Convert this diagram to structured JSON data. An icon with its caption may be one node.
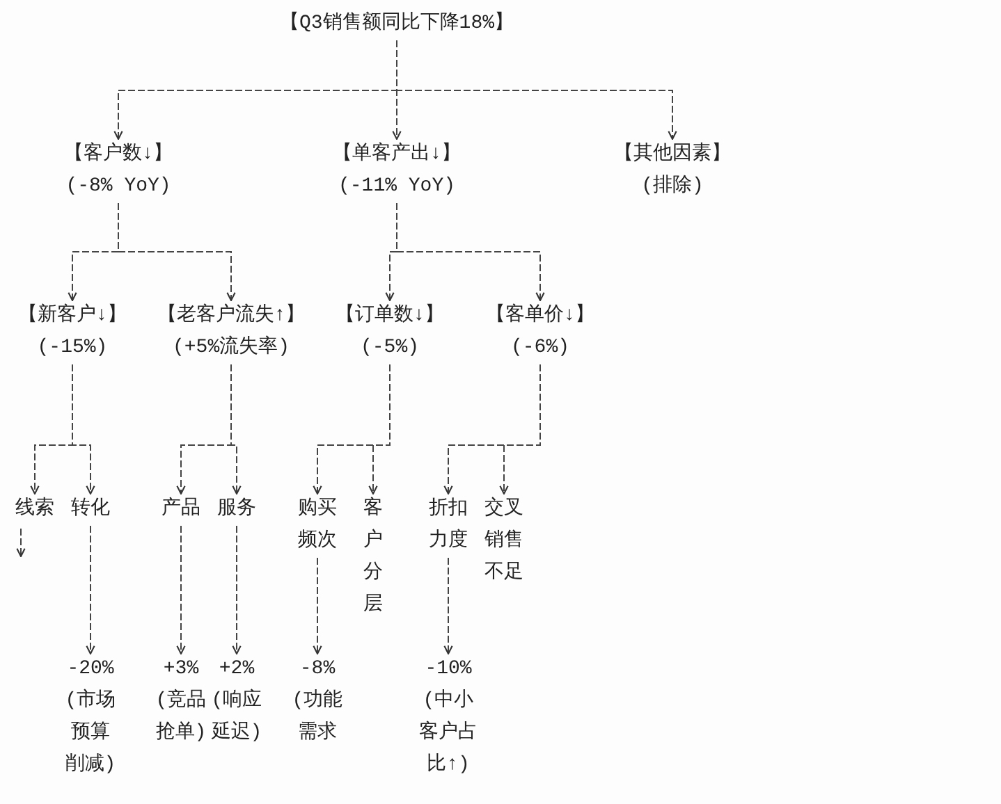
{
  "diagram": {
    "nodes": [
      {
        "text": [
          "【Q3销售额同比下降18%】"
        ]
      },
      {
        "text": [
          "【客户数↓】",
          "(-8% YoY)"
        ]
      },
      {
        "text": [
          "【单客产出↓】",
          "(-11% YoY)"
        ]
      },
      {
        "text": [
          "【其他因素】",
          "(排除)"
        ]
      },
      {
        "text": [
          "【新客户↓】",
          "(-15%)"
        ]
      },
      {
        "text": [
          "【老客户流失↑】",
          "(+5%流失率)"
        ]
      },
      {
        "text": [
          "【订单数↓】",
          "(-5%)"
        ]
      },
      {
        "text": [
          "【客单价↓】",
          "(-6%)"
        ]
      },
      {
        "text": [
          "线索"
        ]
      },
      {
        "text": [
          "转化"
        ]
      },
      {
        "text": [
          "产品"
        ]
      },
      {
        "text": [
          "服务"
        ]
      },
      {
        "text": [
          "购买频次"
        ]
      },
      {
        "text": [
          "客户分层"
        ]
      },
      {
        "text": [
          "折扣力度"
        ]
      },
      {
        "text": [
          "交叉销售不足"
        ]
      },
      {
        "text": [
          "-20%",
          "(市场预算削减)"
        ]
      },
      {
        "text": [
          "+3%",
          "(竞品抢单)"
        ]
      },
      {
        "text": [
          "+2%",
          "(响应延迟)"
        ]
      },
      {
        "text": [
          "-8%",
          "(功能需求"
        ]
      },
      {
        "text": [
          "-10%",
          "(中小客户占比↑)"
        ]
      }
    ],
    "edges": [
      {
        "from": 0,
        "to": 1,
        "arrow": "to"
      },
      {
        "from": 0,
        "to": 2,
        "arrow": "to"
      },
      {
        "from": 0,
        "to": 3,
        "arrow": "to"
      },
      {
        "from": 1,
        "to": 4,
        "arrow": "to"
      },
      {
        "from": 1,
        "to": 5,
        "arrow": "to"
      },
      {
        "from": 2,
        "to": 6,
        "arrow": "to"
      },
      {
        "from": 2,
        "to": 7,
        "arrow": "to"
      },
      {
        "from": 4,
        "to": 8,
        "arrow": "to"
      },
      {
        "from": 4,
        "to": 9,
        "arrow": "to"
      },
      {
        "from": 5,
        "to": 10,
        "arrow": "to"
      },
      {
        "from": 5,
        "to": 11,
        "arrow": "to"
      },
      {
        "from": 6,
        "to": 12,
        "arrow": "to"
      },
      {
        "from": 6,
        "to": 13,
        "arrow": "to"
      },
      {
        "from": 7,
        "to": 14,
        "arrow": "to"
      },
      {
        "from": 7,
        "to": 15,
        "arrow": "to"
      },
      {
        "from": 8,
        "to": null,
        "arrow": "to"
      },
      {
        "from": 9,
        "to": 16,
        "arrow": "to"
      },
      {
        "from": 10,
        "to": 17,
        "arrow": "to"
      },
      {
        "from": 11,
        "to": 18,
        "arrow": "to"
      },
      {
        "from": 12,
        "to": 19,
        "arrow": "to"
      },
      {
        "from": 14,
        "to": 20,
        "arrow": "to"
      }
    ]
  }
}
